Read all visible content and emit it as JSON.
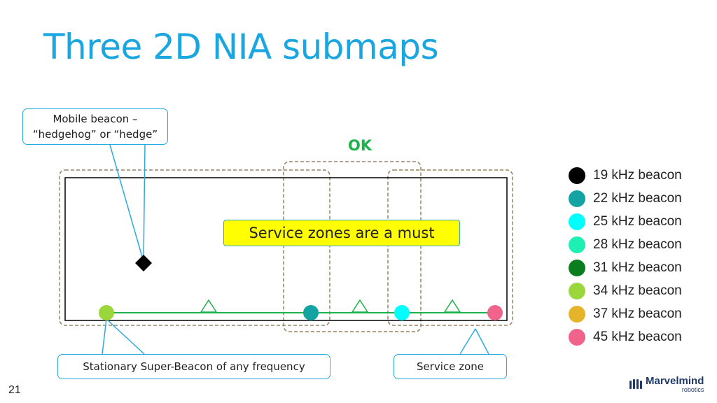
{
  "title": "Three 2D NIA submaps",
  "callouts": {
    "mobile_line1": "Mobile beacon –",
    "mobile_line2": "“hedgehog” or “hedge”",
    "stationary": "Stationary Super-Beacon of any frequency",
    "service_zone": "Service zone"
  },
  "ok_label": "OK",
  "banner": "Service zones are a must",
  "legend": [
    {
      "label": "19 kHz beacon",
      "color": "#000000"
    },
    {
      "label": "22 kHz beacon",
      "color": "#14a3a3"
    },
    {
      "label": "25 kHz beacon",
      "color": "#00ffff"
    },
    {
      "label": "28 kHz beacon",
      "color": "#1ef0b4"
    },
    {
      "label": "31 kHz beacon",
      "color": "#0a7d1e"
    },
    {
      "label": "34 kHz beacon",
      "color": "#9ad63c"
    },
    {
      "label": "37 kHz beacon",
      "color": "#e6b42a"
    },
    {
      "label": "45 kHz beacon",
      "color": "#f0648c"
    }
  ],
  "page_number": "21",
  "logo": {
    "name": "Marvelmind",
    "sub": "robotics"
  }
}
